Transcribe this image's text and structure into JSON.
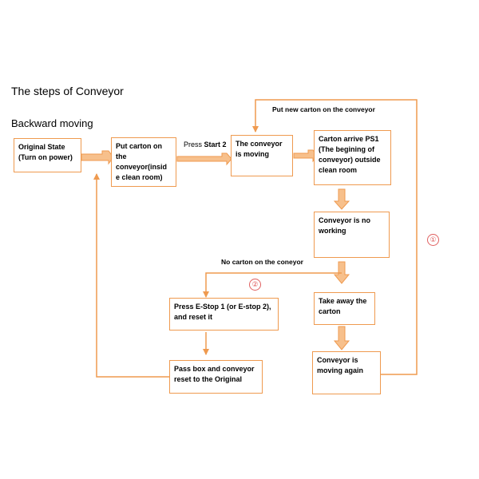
{
  "title": "The steps of Conveyor",
  "subtitle": "Backward moving",
  "steps": {
    "original_state": "Original State\n(Turn on power)",
    "put_carton": "Put carton on\nthe\nconveyor(insid\ne clean room)",
    "conveyor_moving": "The conveyor\nis moving",
    "carton_arrive": "Carton arrive PS1\n(The begining of\nconveyor) outside\nclean room",
    "conveyor_not_working": "Conveyor is no\nworking",
    "take_away": "Take away the\ncarton",
    "conveyor_moving_again": "Conveyor is\nmoving again",
    "press_estop": "Press E-Stop 1 (or E-stop 2),\nand reset it",
    "pass_box": "Pass box and conveyor\nreset to the Original"
  },
  "labels": {
    "press": "Press",
    "start": "Start 2",
    "put_new_carton": "Put new carton on the conveyor",
    "no_carton": "No carton on the coneyor",
    "loop1": "①",
    "loop2": "②"
  },
  "colors": {
    "accent": "#ef9a4f",
    "accent_fill": "#f7c08c",
    "marker": "#e06060"
  }
}
